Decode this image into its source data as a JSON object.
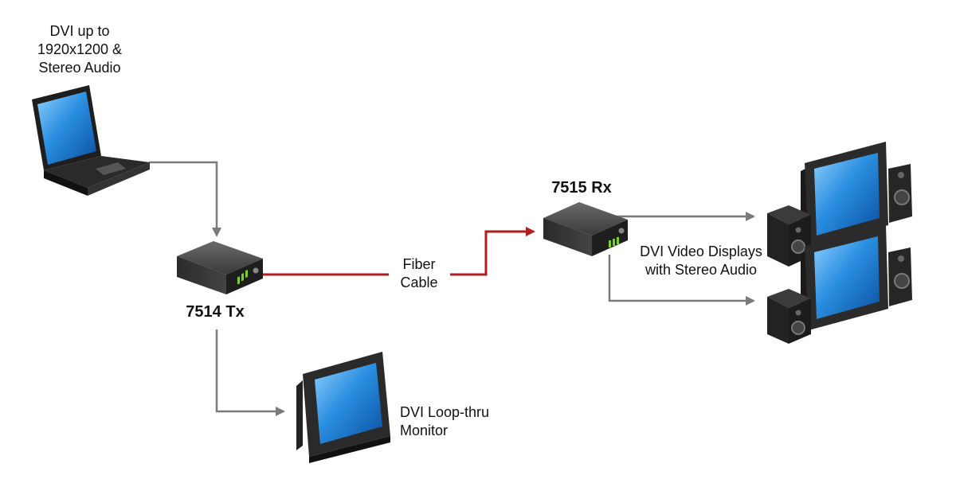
{
  "labels": {
    "source": [
      "DVI up to",
      "1920x1200 &",
      "Stereo Audio"
    ],
    "tx": "7514 Tx",
    "rx": "7515 Rx",
    "fiber": [
      "Fiber",
      "Cable"
    ],
    "displays": [
      "DVI Video Displays",
      "with Stereo Audio"
    ],
    "monitor": [
      "DVI Loop-thru",
      "Monitor"
    ]
  },
  "colors": {
    "fiber": "#b01e1e",
    "arrow": "#7a7a7a",
    "screen": "#1e7fd0",
    "device": "#2e2e2e",
    "led": "#7bd12a"
  }
}
